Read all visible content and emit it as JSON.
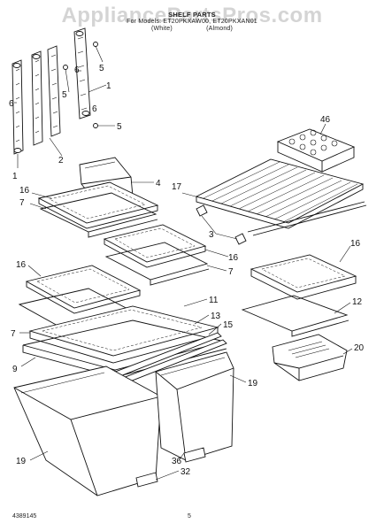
{
  "header": {
    "title": "SHELF PARTS",
    "parts_line": "For Models: ET20PKXAW00, ET20PKXAN01",
    "color_white": "(White)",
    "color_almond": "(Almond)"
  },
  "watermark": "AppliancePartsPros.com",
  "callouts": {
    "c1a": "1",
    "c1b": "1",
    "c2": "2",
    "c3": "3",
    "c4": "4",
    "c5a": "5",
    "c5b": "5",
    "c5c": "5",
    "c6a": "6",
    "c6b": "6",
    "c6c": "6",
    "c7a": "7",
    "c7b": "7",
    "c7c": "7",
    "c9": "9",
    "c11": "11",
    "c12": "12",
    "c13": "13",
    "c15": "15",
    "c16a": "16",
    "c16b": "16",
    "c16c": "16",
    "c16d": "16",
    "c17": "17",
    "c19a": "19",
    "c19b": "19",
    "c20": "20",
    "c32": "32",
    "c36": "36",
    "c46": "46"
  },
  "footer": {
    "doc_number": "4389145",
    "page": "5"
  }
}
